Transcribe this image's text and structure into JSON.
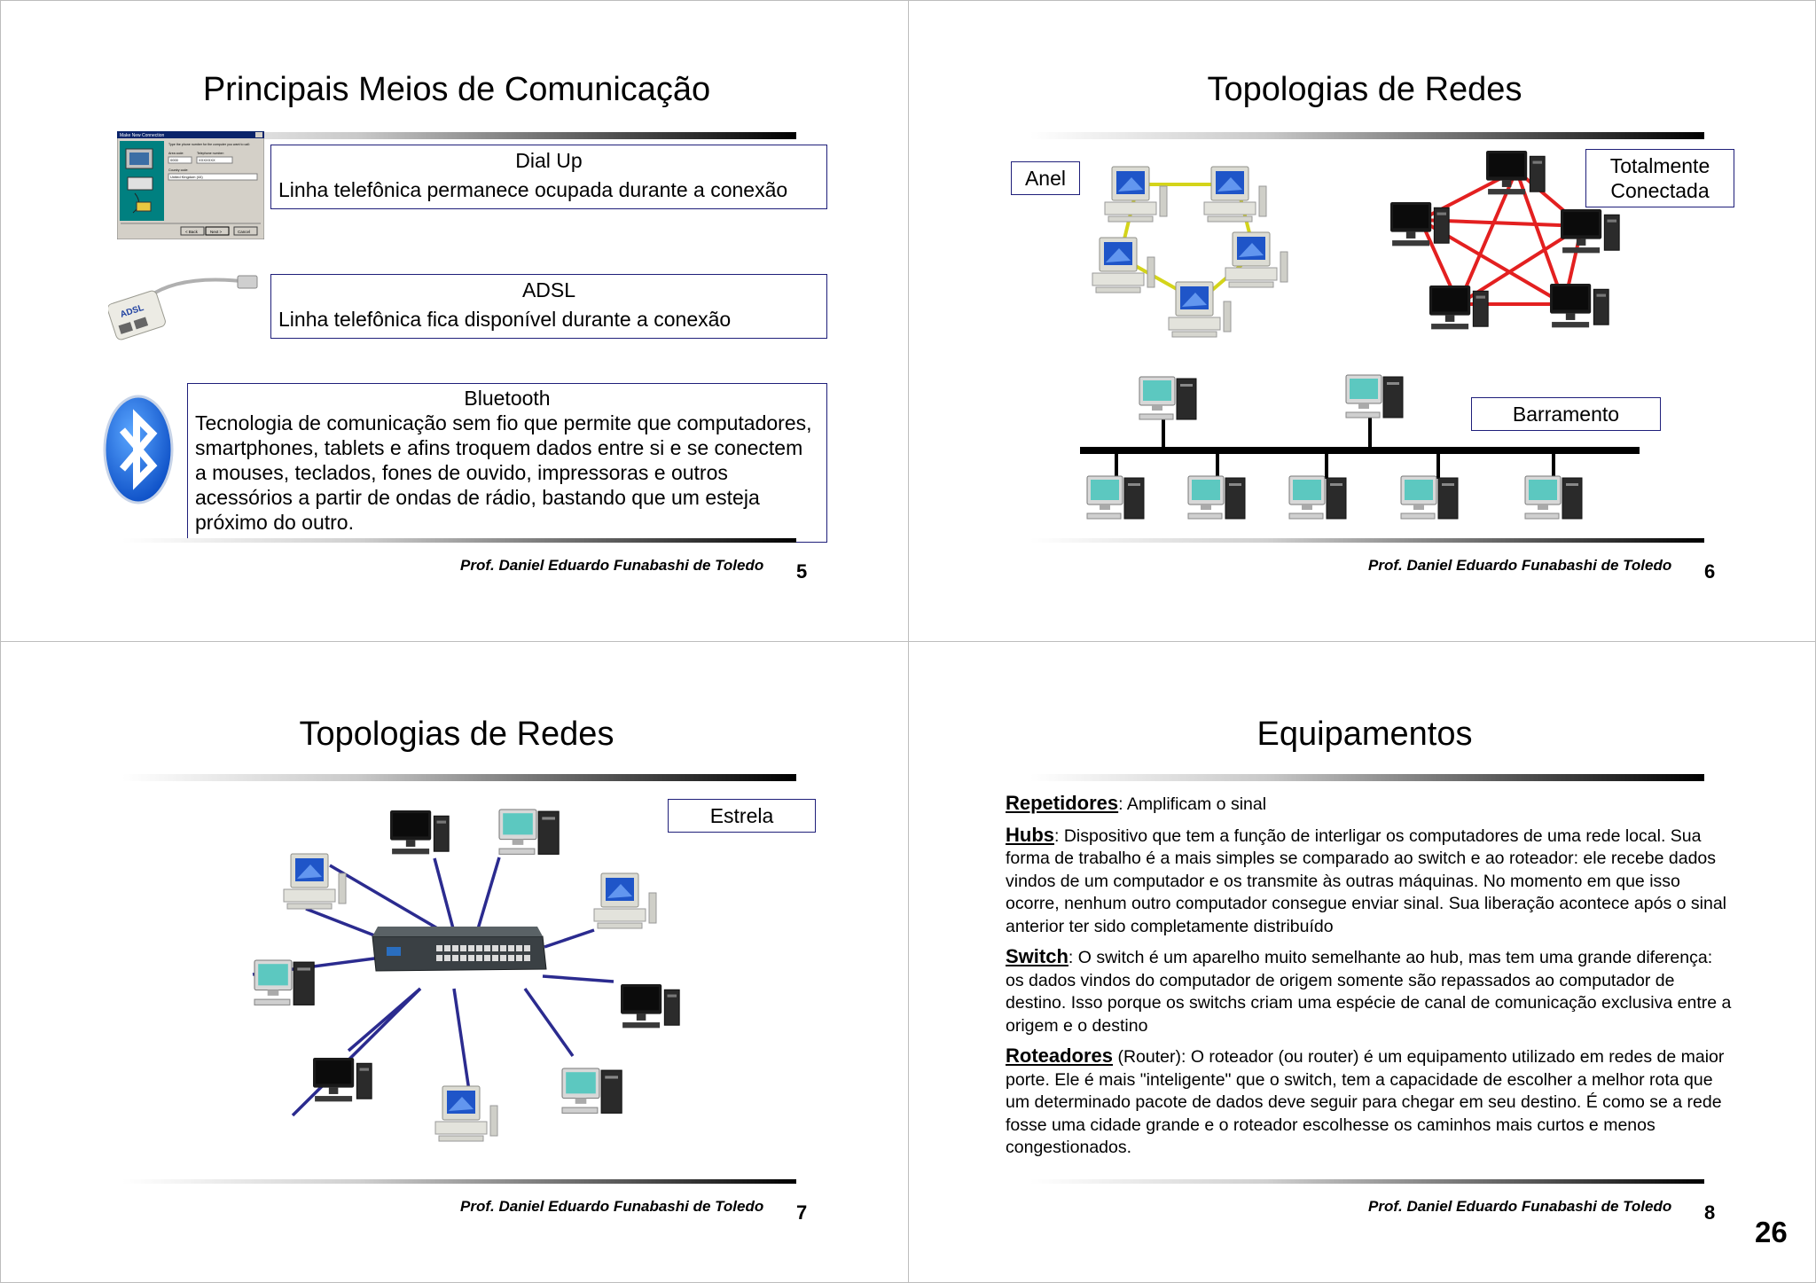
{
  "footer_author": "Prof. Daniel Eduardo Funabashi de Toledo",
  "page_number": "26",
  "slide5": {
    "title": "Principais Meios de Comunicação",
    "slide_number": "5",
    "dialup": {
      "title": "Dial Up",
      "text": "Linha telefônica permanece ocupada durante a conexão"
    },
    "adsl": {
      "title": "ADSL",
      "text": "Linha telefônica fica disponível durante a conexão",
      "device_label": "ADSL"
    },
    "bluetooth": {
      "title": "Bluetooth",
      "text": "Tecnologia de comunicação sem fio que permite que computadores, smartphones, tablets e afins troquem dados entre si e se conectem a mouses, teclados, fones de ouvido, impressoras e outros acessórios a partir de ondas de rádio, bastando que um esteja próximo do outro."
    },
    "dialup_window": {
      "title": "Make New Connection",
      "prompt": "Type the phone number for the computer you want to call:",
      "area_code_label": "Area code:",
      "phone_label": "Telephone number:",
      "area_code_value": "0000",
      "phone_value": "XXXXXXX",
      "country_label": "Country code:",
      "country_value": "United Kingdom (44)",
      "back_button": "< Back",
      "next_button": "Next >",
      "cancel_button": "Cancel"
    }
  },
  "slide6": {
    "title": "Topologias de Redes",
    "slide_number": "6",
    "labels": {
      "ring": "Anel",
      "full_line1": "Totalmente",
      "full_line2": "Conectada",
      "bus": "Barramento"
    },
    "colors": {
      "ring_link": "#d4d41a",
      "mesh_link": "#e32020",
      "bus_line": "#000000"
    }
  },
  "slide7": {
    "title": "Topologias de Redes",
    "slide_number": "7",
    "labels": {
      "star": "Estrela"
    },
    "colors": {
      "star_link": "#2b2b8f"
    }
  },
  "slide8": {
    "title": "Equipamentos",
    "slide_number": "8",
    "items": [
      {
        "term": "Repetidores",
        "text": ": Amplificam o sinal"
      },
      {
        "term": "Hubs",
        "text": ": Dispositivo que tem a função de interligar os computadores de uma rede local. Sua forma de trabalho é a mais simples se comparado ao switch e ao roteador: ele recebe dados vindos de um computador e os transmite às outras máquinas. No momento em que isso ocorre, nenhum outro computador consegue enviar sinal. Sua liberação acontece após o sinal anterior ter sido completamente distribuído"
      },
      {
        "term": "Switch",
        "text": ": O switch é um aparelho muito semelhante ao hub, mas tem uma grande diferença: os dados vindos do computador de origem somente são repassados ao computador de destino. Isso porque os switchs criam uma espécie de canal de comunicação exclusiva entre a origem e o destino"
      },
      {
        "term": "Roteadores",
        "text": " (Router): O roteador (ou router) é um equipamento utilizado em redes de maior porte. Ele é mais \"inteligente\" que o switch, tem a capacidade de escolher a melhor rota que um determinado pacote de dados deve seguir para chegar em seu destino. É como se a rede fosse uma cidade grande e o roteador escolhesse os caminhos mais curtos e menos congestionados."
      }
    ]
  }
}
